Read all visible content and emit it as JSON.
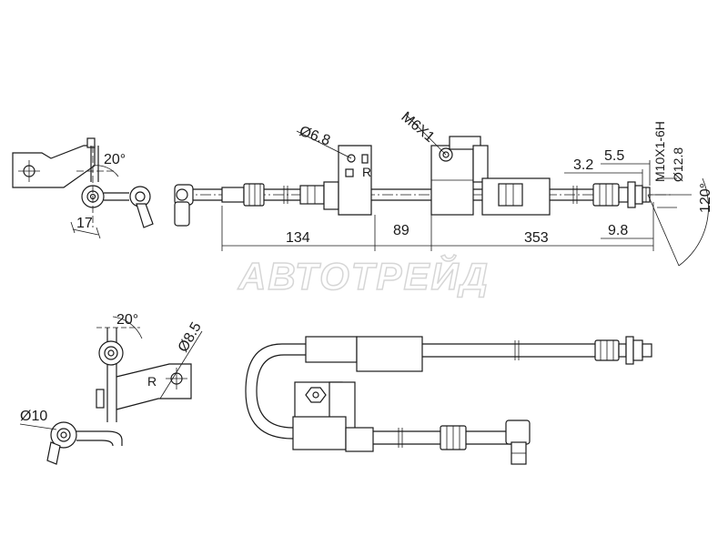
{
  "watermark": "АВТОТРЕЙД",
  "dimensions": {
    "d_134": "134",
    "d_89": "89",
    "d_353": "353",
    "d_9_8": "9.8",
    "d_3_2": "3.2",
    "d_5_5": "5.5",
    "d_17": "17",
    "angle_20_top": "20°",
    "angle_20_bottom": "20°",
    "angle_120": "120°",
    "dia_6_8": "Ø6.8",
    "dia_8_5": "Ø8.5",
    "dia_10": "Ø10",
    "dia_12_8": "Ø12.8",
    "thread_m6": "M6X1",
    "thread_m10": "M10X1-6H"
  },
  "labels": {
    "bracket_r_top": "R",
    "bracket_r_bottom": "R"
  }
}
